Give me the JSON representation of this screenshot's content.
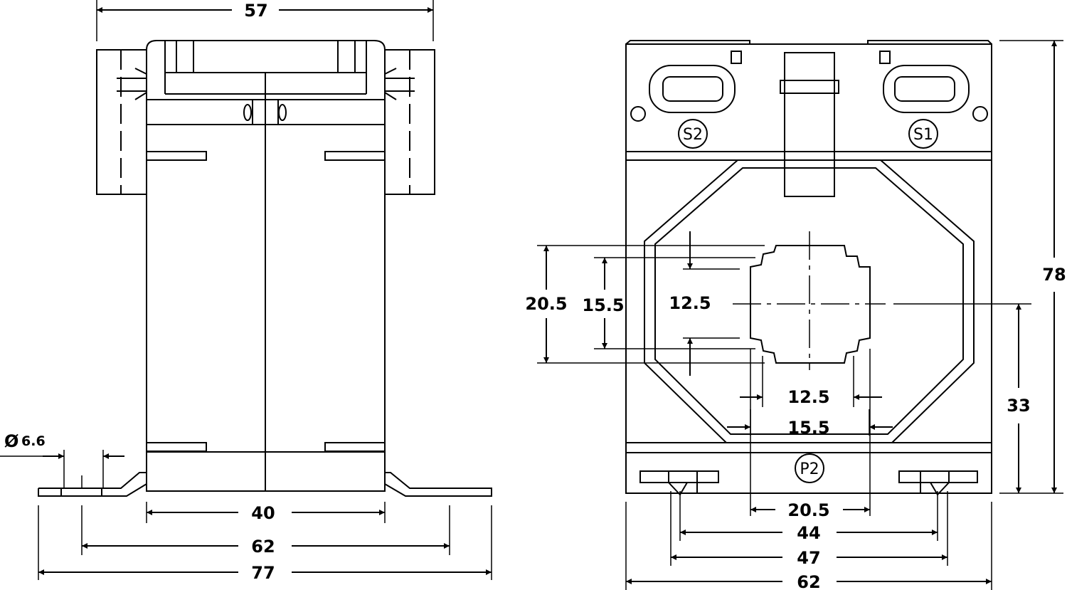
{
  "side_view": {
    "dims": {
      "top_width": "57",
      "inner_width": "40",
      "hole_pitch": "62",
      "overall_width": "77",
      "hole_diameter": "6.6"
    },
    "diameter_symbol": "Ø"
  },
  "front_view": {
    "dims": {
      "overall_width": "62",
      "mount_width_47": "47",
      "mount_width_44": "44",
      "window_outer": "20.5",
      "window_inner": "15.5",
      "window_core": "12.5",
      "window_outer_h": "20.5",
      "window_inner_h": "15.5",
      "window_core_h": "12.5",
      "height": "78",
      "center_height": "33"
    },
    "terminals": {
      "s1": "S1",
      "s2": "S2",
      "p2": "P2"
    }
  },
  "colors": {
    "line": "#000000",
    "background": "#ffffff"
  }
}
